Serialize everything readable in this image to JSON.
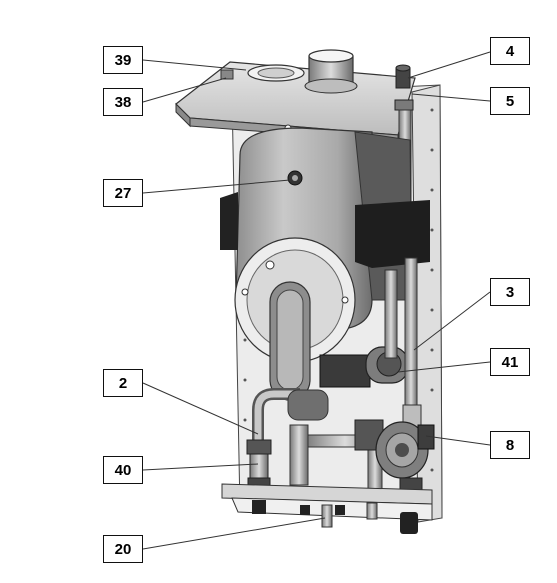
{
  "diagram": {
    "labels": [
      {
        "id": "39",
        "text": "39"
      },
      {
        "id": "38",
        "text": "38"
      },
      {
        "id": "27",
        "text": "27"
      },
      {
        "id": "2",
        "text": "2"
      },
      {
        "id": "40",
        "text": "40"
      },
      {
        "id": "20",
        "text": "20"
      },
      {
        "id": "4",
        "text": "4"
      },
      {
        "id": "5",
        "text": "5"
      },
      {
        "id": "3",
        "text": "3"
      },
      {
        "id": "41",
        "text": "41"
      },
      {
        "id": "8",
        "text": "8"
      }
    ]
  }
}
